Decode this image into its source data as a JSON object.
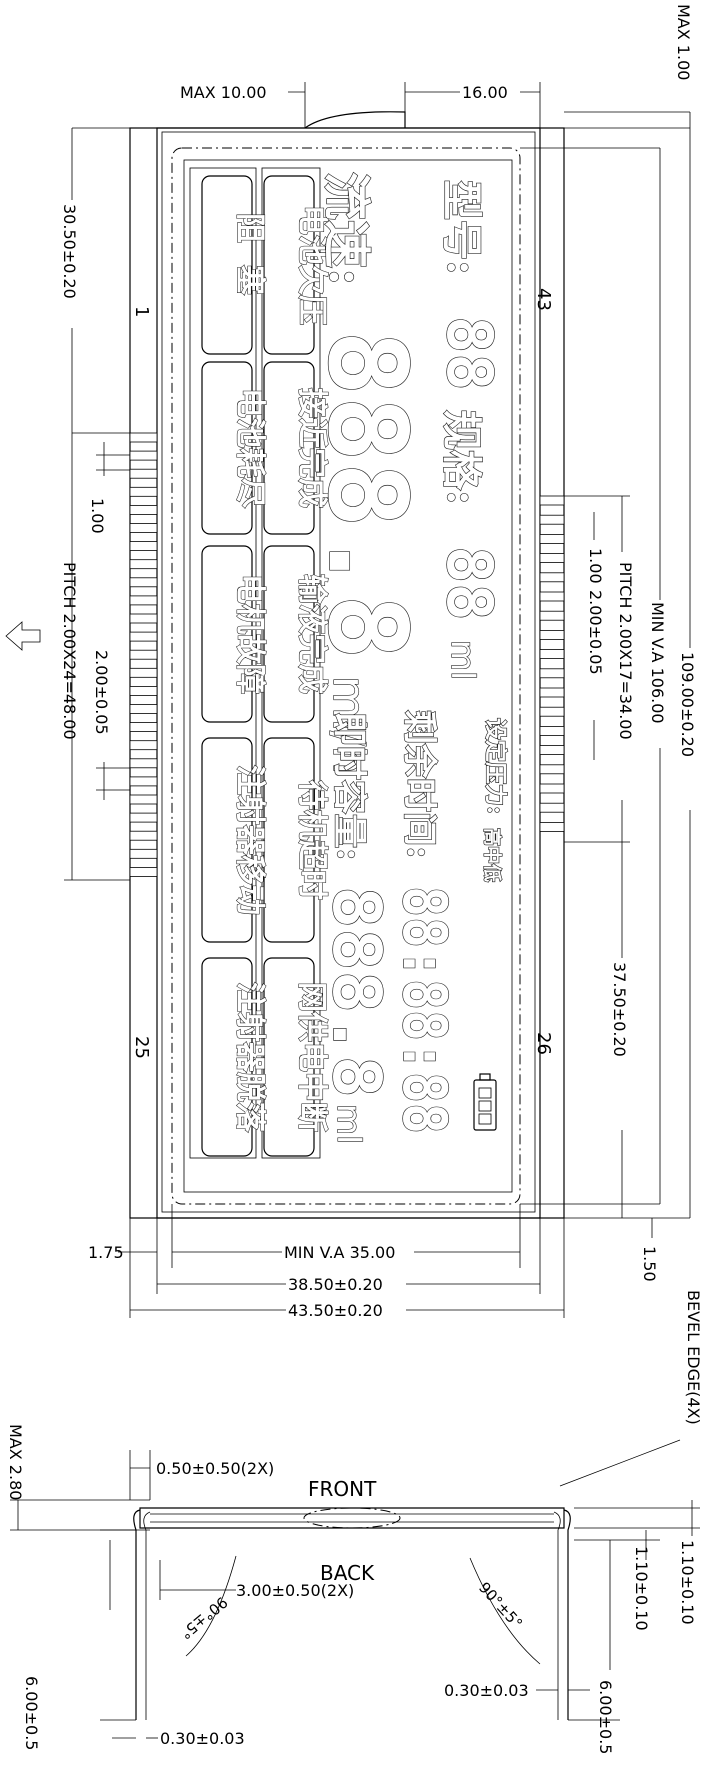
{
  "dimensions": {
    "max_10": "MAX 10.00",
    "d16": "16.00",
    "max_1": "MAX 1.00",
    "height_30_50": "30.50±0.20",
    "d1_00_left": "1.00",
    "pitch_left": "PITCH 2.00X24=48.00",
    "d2_00_left": "2.00±0.05",
    "d1_75": "1.75",
    "min_va_35": "MIN V.A 35.00",
    "d38_50": "38.50±0.20",
    "d43_50": "43.50±0.20",
    "d1_50": "1.50",
    "d109": "109.00±0.20",
    "min_va_106": "MIN V.A 106.00",
    "pitch_right": "PITCH 2.00X17=34.00",
    "d1_00_right": "1.00",
    "d2_00_right": "2.00±0.05",
    "d37_50": "37.50±0.20",
    "bevel": "BEVEL EDGE(4X)",
    "max_2_80": "MAX 2.80",
    "d0_50": "0.50±0.50(2X)",
    "front": "FRONT",
    "back": "BACK",
    "d3_00": "3.00±0.50(2X)",
    "d1_10a": "1.10±0.10",
    "d1_10b": "1.10±0.10",
    "radius_left": "90°±5°",
    "radius_right": "90°±5°",
    "d0_30_right": "0.30±0.03",
    "d0_30_left": "0.30±0.03",
    "d6_00_left": "6.00±0.5",
    "d6_00_right": "6.00±0.5"
  },
  "pins": {
    "p1": "1",
    "p25": "25",
    "p43": "43",
    "p26": "26"
  },
  "lcd": {
    "model_label": "型号:",
    "model_digits": "88",
    "spec_label": "规格:",
    "spec_digits": "88",
    "spec_unit": "ml",
    "flow_label": "流速:",
    "flow_digits": "888.8",
    "flow_unit": "ml/h",
    "pressure_label": "设定压力:",
    "pressure_levels": "高中低",
    "remaining_label": "剩余时间:",
    "remaining_digits": "88:88:88",
    "volume_label": "即时容量:",
    "volume_digits": "888.8",
    "volume_unit": "ml",
    "status_inner": [
      "电池欠压",
      "接近完成",
      "输液完成",
      "待机超时",
      "网供电中断"
    ],
    "status_outer": [
      "阻塞",
      "电池耗尽",
      "电机故障",
      "注射器移动",
      "注射器脱落"
    ]
  }
}
